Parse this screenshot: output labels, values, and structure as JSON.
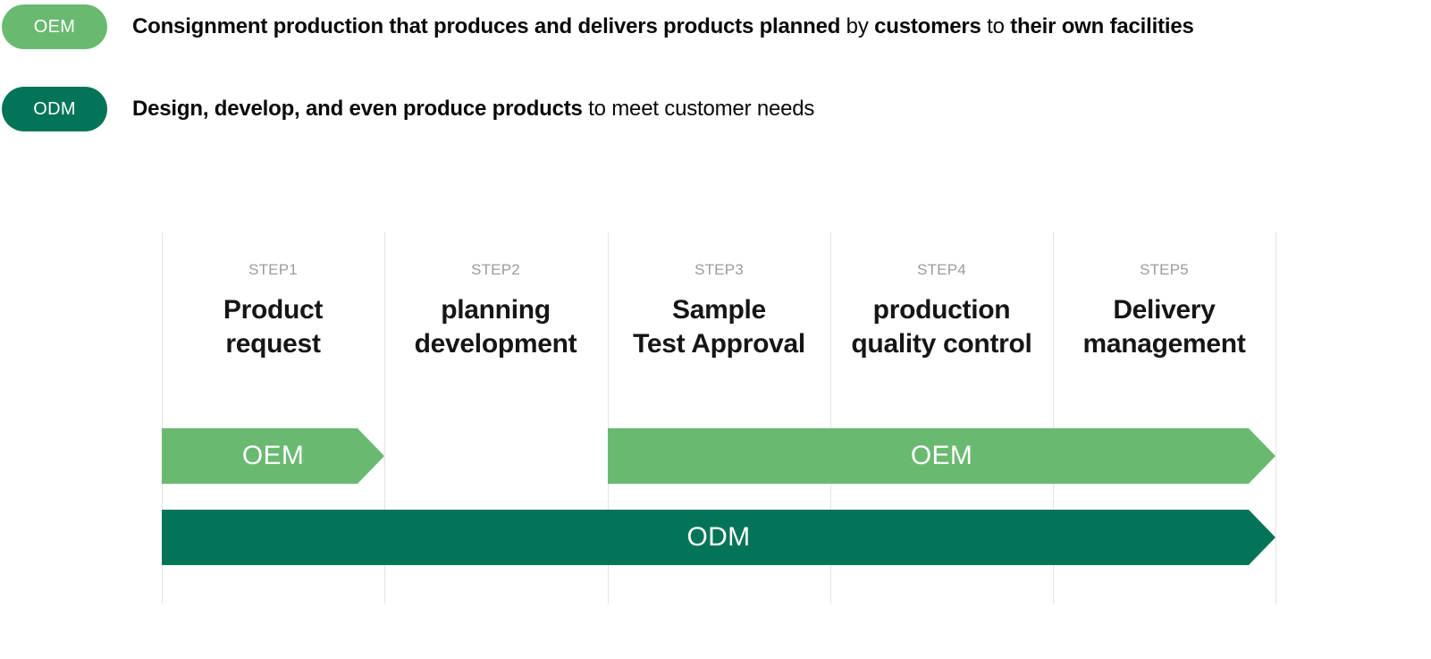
{
  "legend": {
    "items": [
      {
        "badge": "OEM",
        "segments": {
          "s0": "Consignment production that produces and delivers products planned",
          "s1": " by ",
          "s2": "customers",
          "s3": " to ",
          "s4": "their own facilities"
        }
      },
      {
        "badge": "ODM",
        "segments": {
          "s0": "Design, develop, and even produce products",
          "s1": " to meet customer needs"
        }
      }
    ]
  },
  "process": {
    "steps": [
      {
        "label": "STEP1",
        "title_line1": "Product",
        "title_line2": "request"
      },
      {
        "label": "STEP2",
        "title_line1": "planning",
        "title_line2": "development"
      },
      {
        "label": "STEP3",
        "title_line1": "Sample",
        "title_line2": "Test Approval"
      },
      {
        "label": "STEP4",
        "title_line1": "production",
        "title_line2": "quality control"
      },
      {
        "label": "STEP5",
        "title_line1": "Delivery",
        "title_line2": "management"
      }
    ],
    "bars": [
      {
        "label": "OEM",
        "type": "oem",
        "row": 1,
        "start_step": 1,
        "end_step": 1
      },
      {
        "label": "OEM",
        "type": "oem",
        "row": 1,
        "start_step": 3,
        "end_step": 5
      },
      {
        "label": "ODM",
        "type": "odm",
        "row": 2,
        "start_step": 1,
        "end_step": 5
      }
    ]
  },
  "colors": {
    "oem_green": "#69BA70",
    "odm_green": "#047459",
    "divider": "#E3E3E3",
    "step_label": "#9C9C9C",
    "title": "#161616",
    "text": "#0A0A0A"
  }
}
